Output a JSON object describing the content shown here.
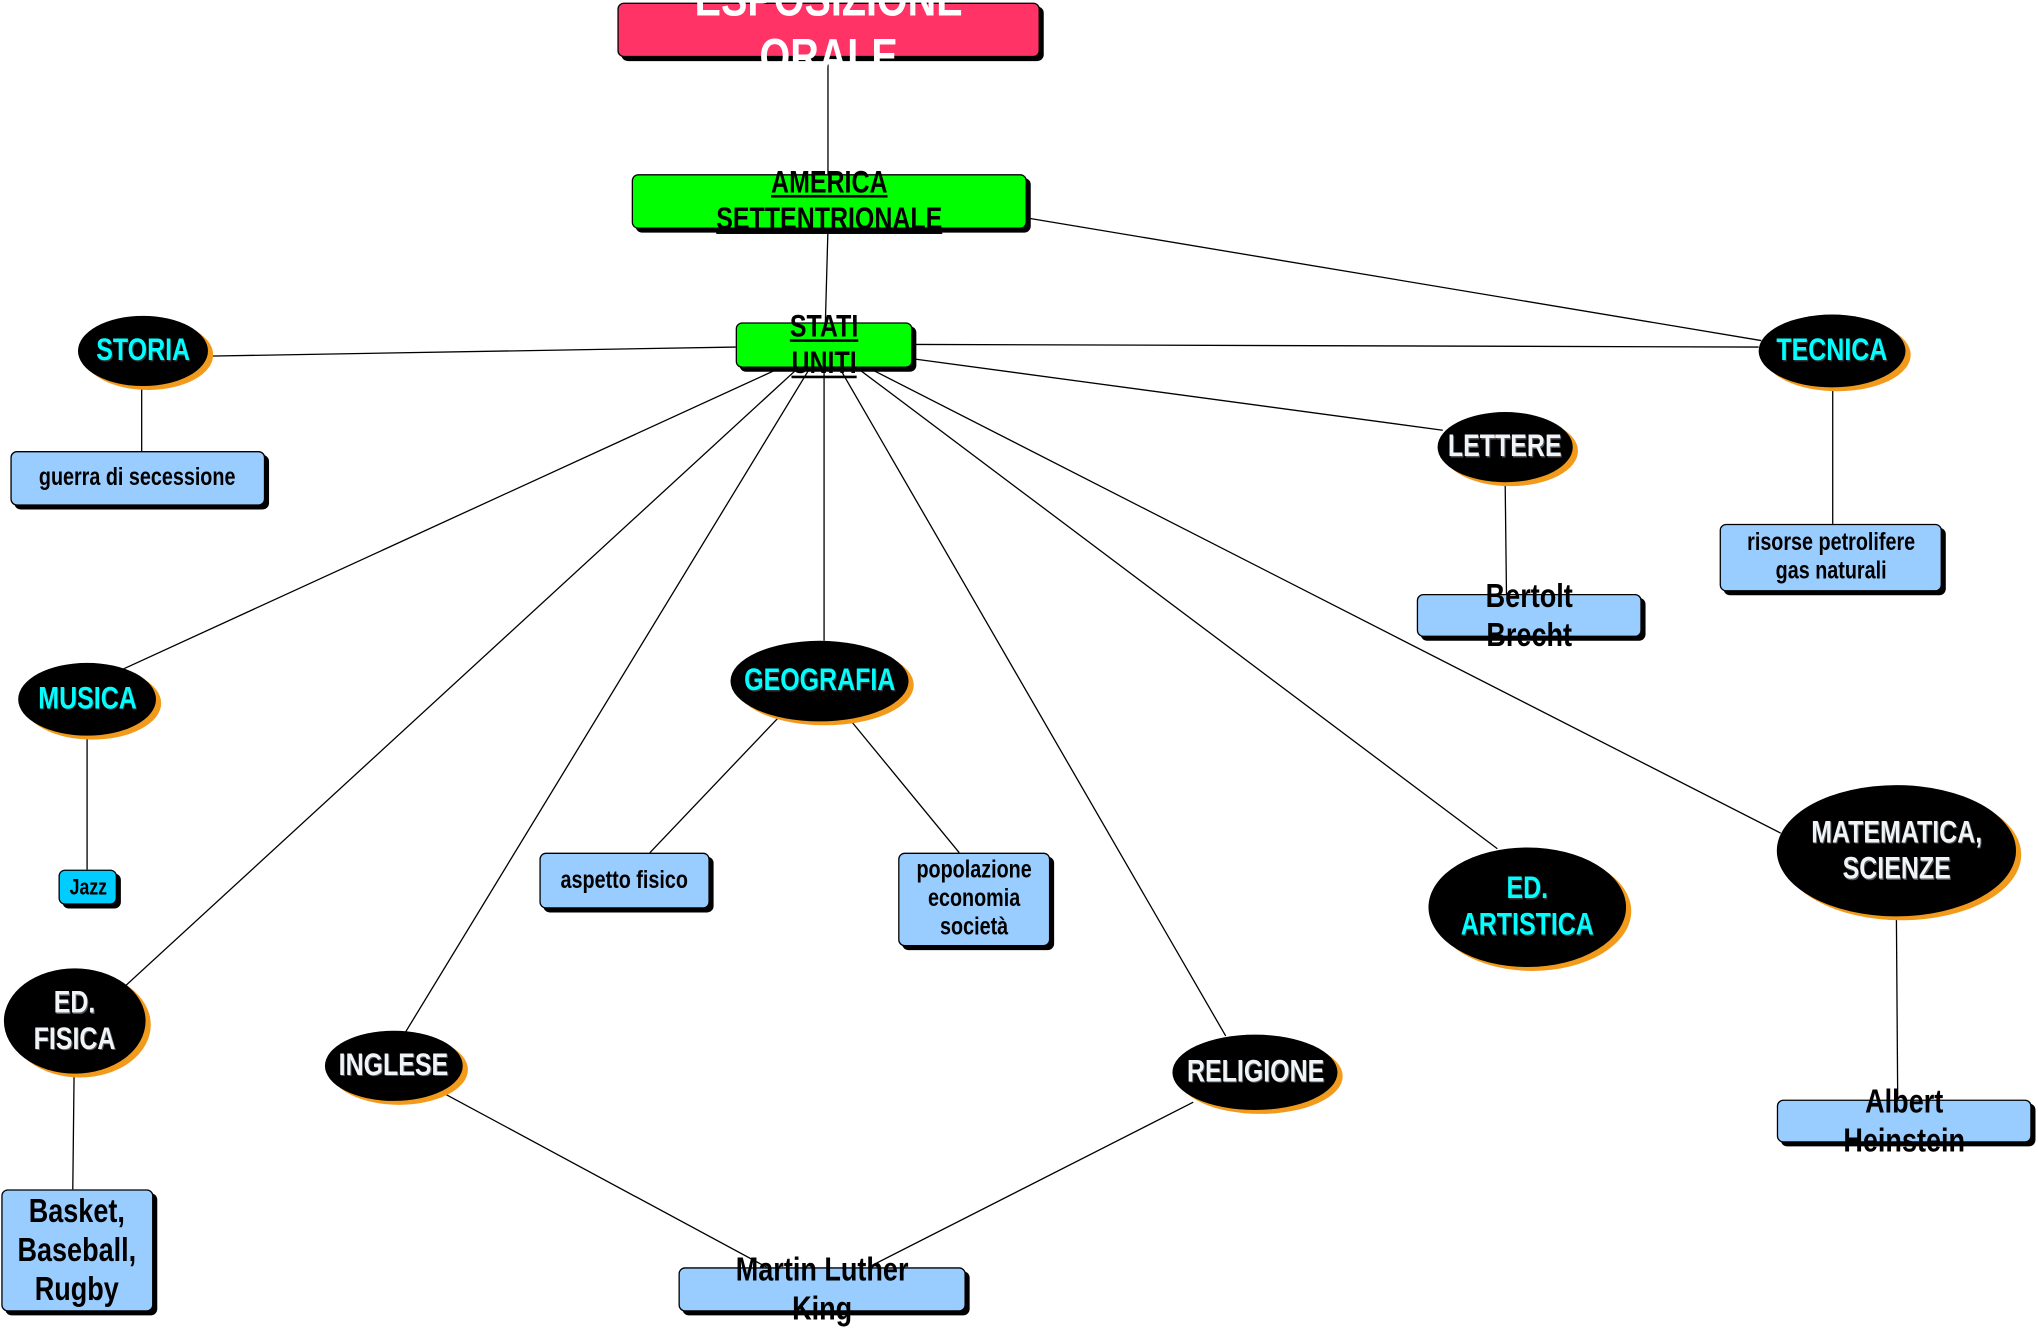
{
  "colors": {
    "title_bg": "#ff3366",
    "primary_bg": "#00ff00",
    "leaf_bg": "#99ccff",
    "jazz_bg": "#00ccff",
    "ellipse_bg": "#000000",
    "ellipse_shadow": "#f29a1b",
    "subject_cyan": "#00ffff",
    "subject_white": "#eef4f8"
  },
  "title": "ESPOSIZIONE ORALE",
  "continent": "AMERICA SETTENTRIONALE",
  "country": "STATI UNITI",
  "subjects": {
    "storia": "STORIA",
    "tecnica": "TECNICA",
    "lettere": "LETTERE",
    "musica": "MUSICA",
    "geografia": "GEOGRAFIA",
    "ed_artistica": "ED.\nARTISTICA",
    "matematica": "MATEMATICA,\nSCIENZE",
    "ed_fisica": "ED.\nFISICA",
    "inglese": "INGLESE",
    "religione": "RELIGIONE"
  },
  "topics": {
    "guerra": "guerra di secessione",
    "risorse": "risorse petrolifere\ngas naturali",
    "brecht": "Bertolt Brecht",
    "jazz": "Jazz",
    "aspetto": "aspetto fisico",
    "popolazione": "popolazione\neconomia\nsocietà",
    "einstein": "Albert Heinstein",
    "sport": "Basket,\nBaseball,\nRugby",
    "mlk": "Martin Luther King"
  }
}
